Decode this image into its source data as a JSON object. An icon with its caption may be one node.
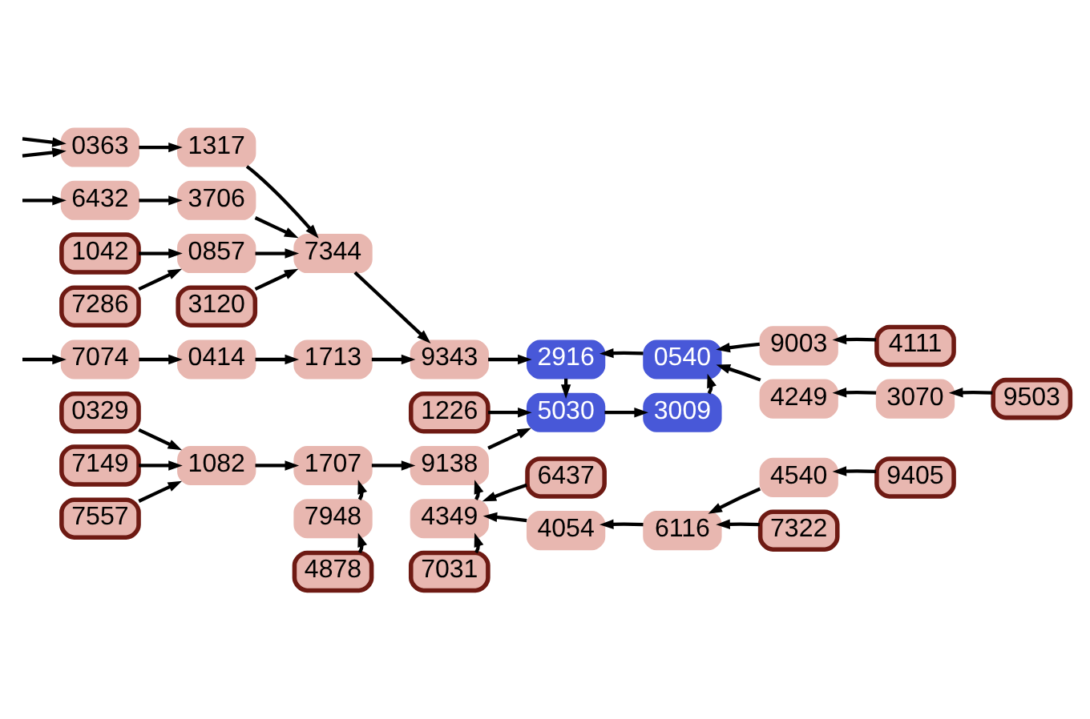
{
  "diagram": {
    "nodes": [
      {
        "text": [
          "0363"
        ]
      },
      {
        "text": [
          "1317"
        ]
      },
      {
        "text": [
          "6432"
        ]
      },
      {
        "text": [
          "3706"
        ]
      },
      {
        "text": [
          "1042"
        ]
      },
      {
        "text": [
          "7286"
        ]
      },
      {
        "text": [
          "0857"
        ]
      },
      {
        "text": [
          "3120"
        ]
      },
      {
        "text": [
          "7344"
        ]
      },
      {
        "text": [
          "7074"
        ]
      },
      {
        "text": [
          "0414"
        ]
      },
      {
        "text": [
          "1713"
        ]
      },
      {
        "text": [
          "9343"
        ]
      },
      {
        "text": [
          "2916"
        ]
      },
      {
        "text": [
          "0540"
        ]
      },
      {
        "text": [
          "9003"
        ]
      },
      {
        "text": [
          "4111"
        ]
      },
      {
        "text": [
          "4249"
        ]
      },
      {
        "text": [
          "3070"
        ]
      },
      {
        "text": [
          "9503"
        ]
      },
      {
        "text": [
          "1226"
        ]
      },
      {
        "text": [
          "5030"
        ]
      },
      {
        "text": [
          "3009"
        ]
      },
      {
        "text": [
          "0329"
        ]
      },
      {
        "text": [
          "7149"
        ]
      },
      {
        "text": [
          "1082"
        ]
      },
      {
        "text": [
          "1707"
        ]
      },
      {
        "text": [
          "9138"
        ]
      },
      {
        "text": [
          "7557"
        ]
      },
      {
        "text": [
          "7948"
        ]
      },
      {
        "text": [
          "4349"
        ]
      },
      {
        "text": [
          "6437"
        ]
      },
      {
        "text": [
          "4878"
        ]
      },
      {
        "text": [
          "7031"
        ]
      },
      {
        "text": [
          "4054"
        ]
      },
      {
        "text": [
          "6116"
        ]
      },
      {
        "text": [
          "4540"
        ]
      },
      {
        "text": [
          "9405"
        ]
      },
      {
        "text": [
          "7322"
        ]
      }
    ],
    "edges": [
      {
        "from": null,
        "to": 0,
        "arrow": "to"
      },
      {
        "from": null,
        "to": 0,
        "arrow": "to"
      },
      {
        "from": null,
        "to": 2,
        "arrow": "to"
      },
      {
        "from": null,
        "to": 9,
        "arrow": "to"
      },
      {
        "from": 0,
        "to": 1,
        "arrow": "to"
      },
      {
        "from": 2,
        "to": 3,
        "arrow": "to"
      },
      {
        "from": 1,
        "to": 8,
        "arrow": "to"
      },
      {
        "from": 3,
        "to": 8,
        "arrow": "to"
      },
      {
        "from": 4,
        "to": 6,
        "arrow": "to"
      },
      {
        "from": 5,
        "to": 6,
        "arrow": "to"
      },
      {
        "from": 6,
        "to": 8,
        "arrow": "to"
      },
      {
        "from": 7,
        "to": 8,
        "arrow": "to"
      },
      {
        "from": 9,
        "to": 10,
        "arrow": "to"
      },
      {
        "from": 10,
        "to": 11,
        "arrow": "to"
      },
      {
        "from": 8,
        "to": 12,
        "arrow": "to"
      },
      {
        "from": 11,
        "to": 12,
        "arrow": "to"
      },
      {
        "from": 12,
        "to": 13,
        "arrow": "to"
      },
      {
        "from": 13,
        "to": 21,
        "arrow": "to"
      },
      {
        "from": 21,
        "to": 22,
        "arrow": "to"
      },
      {
        "from": 22,
        "to": 14,
        "arrow": "to"
      },
      {
        "from": 14,
        "to": 13,
        "arrow": "to"
      },
      {
        "from": 15,
        "to": 14,
        "arrow": "to"
      },
      {
        "from": 16,
        "to": 15,
        "arrow": "to"
      },
      {
        "from": 17,
        "to": 14,
        "arrow": "to"
      },
      {
        "from": 18,
        "to": 17,
        "arrow": "to"
      },
      {
        "from": 19,
        "to": 18,
        "arrow": "to"
      },
      {
        "from": 20,
        "to": 21,
        "arrow": "to"
      },
      {
        "from": 27,
        "to": 21,
        "arrow": "to"
      },
      {
        "from": 23,
        "to": 25,
        "arrow": "to"
      },
      {
        "from": 24,
        "to": 25,
        "arrow": "to"
      },
      {
        "from": 28,
        "to": 25,
        "arrow": "to"
      },
      {
        "from": 25,
        "to": 26,
        "arrow": "to"
      },
      {
        "from": 26,
        "to": 27,
        "arrow": "to"
      },
      {
        "from": 29,
        "to": 26,
        "arrow": "to"
      },
      {
        "from": 32,
        "to": 29,
        "arrow": "to"
      },
      {
        "from": 30,
        "to": 27,
        "arrow": "to"
      },
      {
        "from": 31,
        "to": 30,
        "arrow": "to"
      },
      {
        "from": 33,
        "to": 30,
        "arrow": "to"
      },
      {
        "from": 34,
        "to": 30,
        "arrow": "to"
      },
      {
        "from": 35,
        "to": 34,
        "arrow": "to"
      },
      {
        "from": 36,
        "to": 35,
        "arrow": "to"
      },
      {
        "from": 37,
        "to": 36,
        "arrow": "to"
      },
      {
        "from": 38,
        "to": 35,
        "arrow": "to"
      }
    ]
  }
}
